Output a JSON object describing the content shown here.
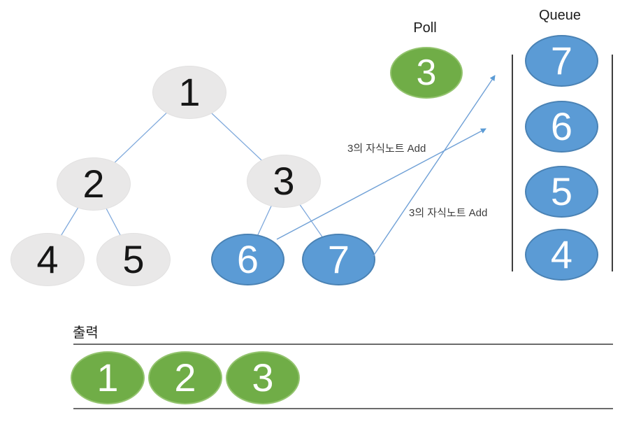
{
  "tree": {
    "nodes": [
      {
        "label": "1"
      },
      {
        "label": "2"
      },
      {
        "label": "3"
      },
      {
        "label": "4"
      },
      {
        "label": "5"
      },
      {
        "label": "6"
      },
      {
        "label": "7"
      }
    ]
  },
  "poll": {
    "title": "Poll",
    "value": "3"
  },
  "queue": {
    "title": "Queue",
    "items": [
      "7",
      "6",
      "5",
      "4"
    ]
  },
  "annotations": {
    "top": "3의 자식노트 Add",
    "bottom": "3의 자식노트 Add"
  },
  "output": {
    "title": "출력",
    "items": [
      "1",
      "2",
      "3"
    ]
  },
  "colors": {
    "gray_node": "#E9E8E8",
    "blue_node": "#5B9BD5",
    "blue_node_border": "#41719C",
    "green_node": "#70AD47",
    "green_node_border": "#A9D18E",
    "edge_blue": "#7FA9DC",
    "arrow_blue": "#5B9BD5",
    "bracket_line": "#3F3F3F",
    "output_line": "#6B6B6B",
    "text_dark": "#262626"
  }
}
